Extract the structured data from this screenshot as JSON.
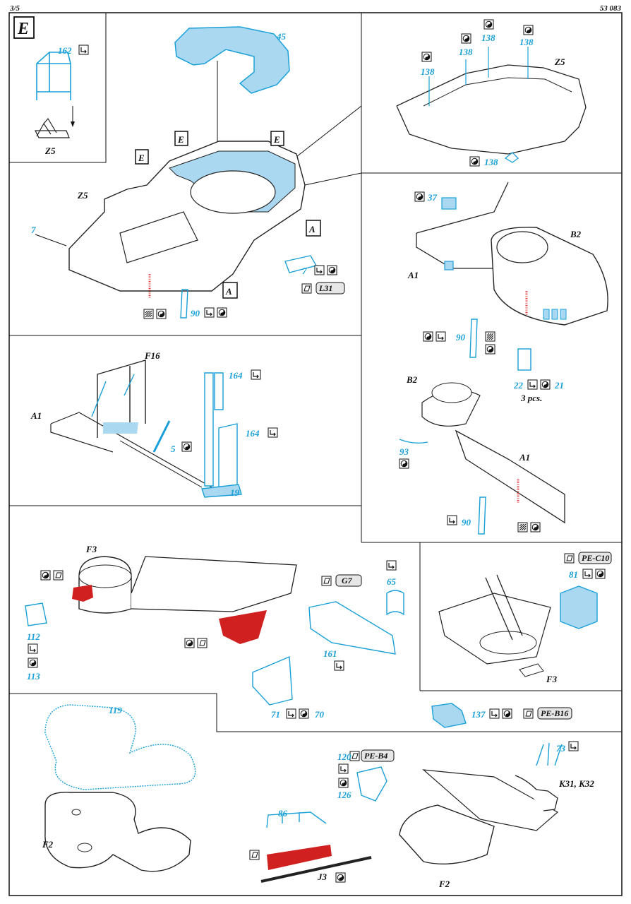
{
  "header": {
    "page": "3/5",
    "code": "53 083"
  },
  "colors": {
    "pe_blue": "#1aa0d8",
    "red": "#d02020",
    "blue_fill": "#aad8f0",
    "line": "#222222"
  },
  "icons": {
    "fold": "fold-icon",
    "glue_ca": "ca-glue-icon",
    "remove": "remove-icon",
    "paint": "paint-icon",
    "replace": "replace-icon"
  },
  "panels": {
    "e_corner": {
      "letter": "E",
      "part": "162",
      "target": "Z5"
    },
    "z5_main": {
      "target": "Z5",
      "part_top": "45",
      "part_side": "7",
      "part_mid": "7",
      "ref_label": "L31",
      "part_ladder": "90",
      "callouts": [
        "E",
        "E",
        "E",
        "A",
        "A"
      ]
    },
    "z5_detail": {
      "parts": [
        "138",
        "138",
        "138",
        "138",
        "138"
      ],
      "target": "Z5"
    },
    "b2_a1": {
      "part_37": "37",
      "targets": [
        "B2",
        "A1",
        "B2",
        "A1"
      ],
      "part_90a": "90",
      "part_22": "22",
      "part_21": "21",
      "pcs": "3 pcs.",
      "part_93": "93",
      "part_90b": "90"
    },
    "f16": {
      "targets": [
        "F16",
        "A1"
      ],
      "part_164a": "164",
      "part_164b": "164",
      "part_5": "5",
      "part_19": "19"
    },
    "f3": {
      "target": "F3",
      "part_112": "112",
      "part_113": "113",
      "ref_label": "G7",
      "part_65": "65",
      "part_161": "161",
      "part_71": "71",
      "part_70": "70"
    },
    "f3_ladder": {
      "ref_label": "PE-C10",
      "part_81": "81",
      "target": "F3"
    },
    "f2_left": {
      "part_119": "119",
      "target": "F2"
    },
    "f2_right": {
      "part_137": "137",
      "ref_137": "PE-B16",
      "part_73": "73",
      "part_120": "120",
      "ref_120": "PE-B4",
      "part_126": "126",
      "part_86": "86",
      "target_k": "K31, K32",
      "target_j3": "J3",
      "target_f2": "F2"
    }
  }
}
